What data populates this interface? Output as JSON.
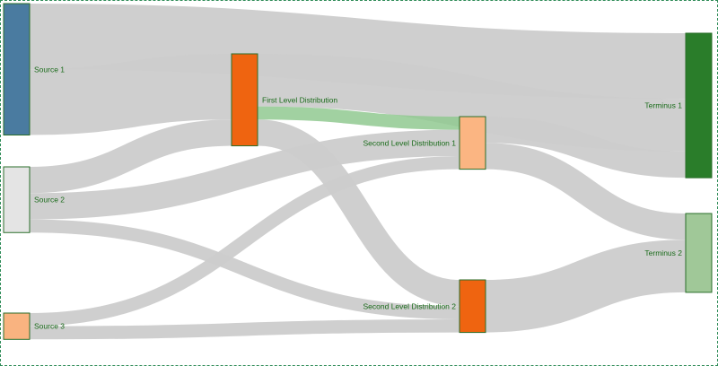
{
  "diagram": {
    "type": "sankey",
    "link_color": "#cccccc",
    "highlight_link_color": "#90c990",
    "nodes": [
      {
        "id": "s1",
        "name": "Source 1",
        "color": "#4a7ba0",
        "label_side": "right"
      },
      {
        "id": "s2",
        "name": "Source 2",
        "color": "#e4e4e4",
        "label_side": "right"
      },
      {
        "id": "s3",
        "name": "Source 3",
        "color": "#f9b380",
        "label_side": "right"
      },
      {
        "id": "f1",
        "name": "First Level Distribution",
        "color": "#ef6410",
        "label_side": "right"
      },
      {
        "id": "d1",
        "name": "Second Level Distribution 1",
        "color": "#fbb582",
        "label_side": "left"
      },
      {
        "id": "d2",
        "name": "Second Level Distribution 2",
        "color": "#ef6410",
        "label_side": "left"
      },
      {
        "id": "t1",
        "name": "Terminus 1",
        "color": "#2a7d2a",
        "label_side": "left"
      },
      {
        "id": "t2",
        "name": "Terminus 2",
        "color": "#a0c898",
        "label_side": "left"
      }
    ],
    "links": [
      {
        "source": "s1",
        "target": "t1",
        "value": 25
      },
      {
        "source": "s1",
        "target": "f1",
        "value": 25
      },
      {
        "source": "s2",
        "target": "f1",
        "value": 10
      },
      {
        "source": "s2",
        "target": "d1",
        "value": 10
      },
      {
        "source": "s2",
        "target": "d2",
        "value": 5
      },
      {
        "source": "s3",
        "target": "d1",
        "value": 5
      },
      {
        "source": "s3",
        "target": "d2",
        "value": 5
      },
      {
        "source": "f1",
        "target": "t1",
        "value": 20
      },
      {
        "source": "f1",
        "target": "d1",
        "value": 5,
        "highlight": true
      },
      {
        "source": "f1",
        "target": "d2",
        "value": 10
      },
      {
        "source": "d1",
        "target": "t1",
        "value": 10
      },
      {
        "source": "d1",
        "target": "t2",
        "value": 10
      },
      {
        "source": "d2",
        "target": "t2",
        "value": 20
      }
    ]
  }
}
